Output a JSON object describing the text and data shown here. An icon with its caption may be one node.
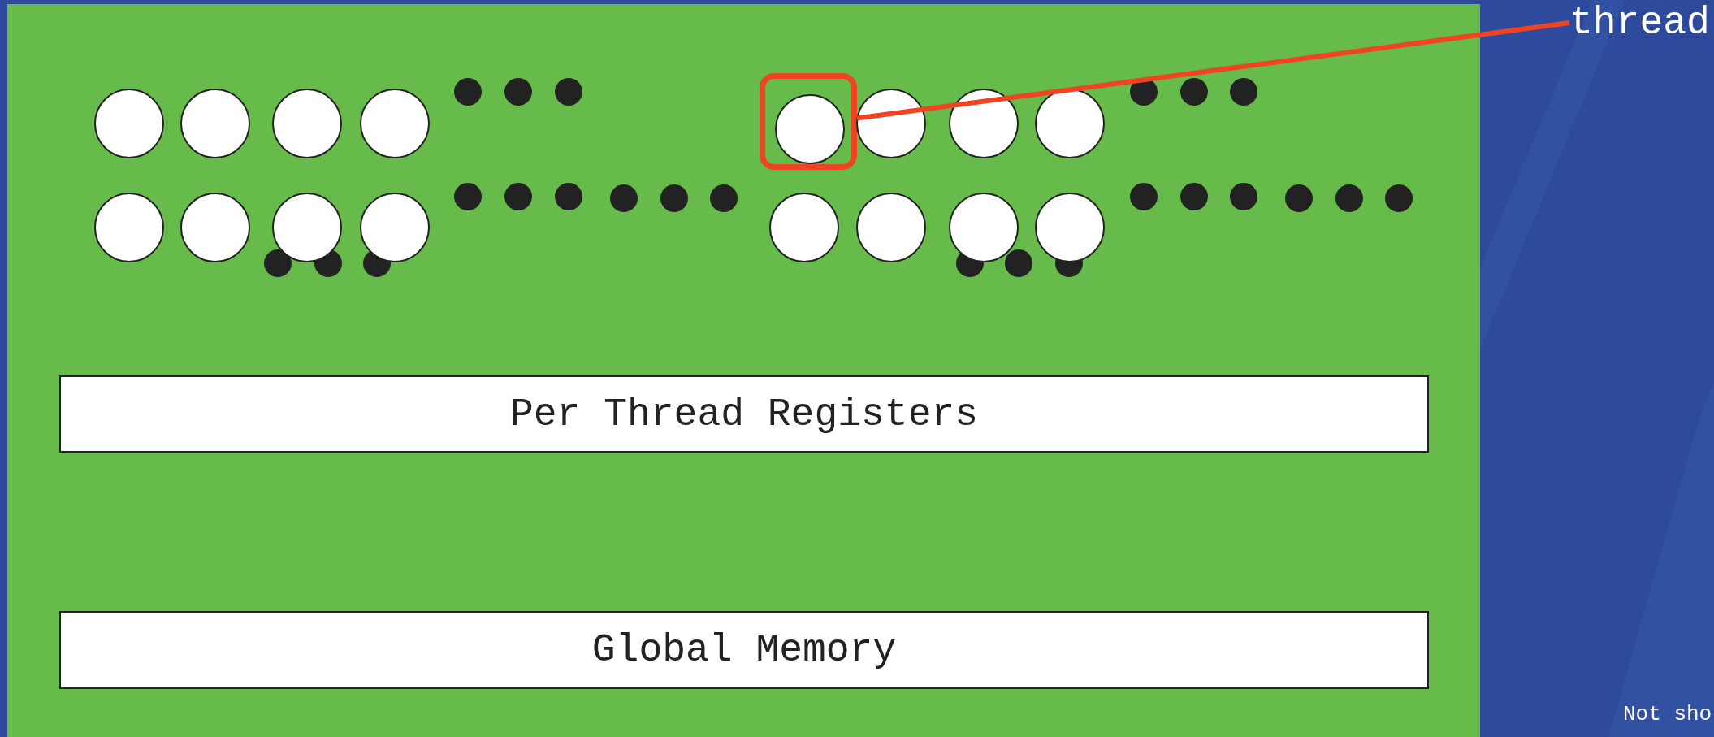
{
  "diagram": {
    "nodes": [
      {
        "text": [],
        "shape": "box"
      },
      {
        "text": [],
        "shape": "circle",
        "in": 0
      },
      {
        "text": [],
        "shape": "circle",
        "in": 0
      },
      {
        "text": [],
        "shape": "circle",
        "in": 0
      },
      {
        "text": [],
        "shape": "circle",
        "in": 0
      },
      {
        "text": [],
        "shape": "box",
        "in": 0
      },
      {
        "text": [],
        "shape": "circle",
        "in": 5
      },
      {
        "text": [],
        "shape": "circle",
        "in": 0
      },
      {
        "text": [],
        "shape": "circle",
        "in": 0
      },
      {
        "text": [],
        "shape": "circle",
        "in": 0
      },
      {
        "text": [],
        "shape": "circle",
        "in": 0
      },
      {
        "text": [],
        "shape": "circle",
        "in": 0
      },
      {
        "text": [],
        "shape": "circle",
        "in": 0
      },
      {
        "text": [],
        "shape": "circle",
        "in": 0
      },
      {
        "text": [],
        "shape": "circle",
        "in": 0
      },
      {
        "text": [],
        "shape": "circle",
        "in": 0
      },
      {
        "text": [],
        "shape": "circle",
        "in": 0
      },
      {
        "text": [],
        "shape": "circle",
        "in": 0
      },
      {
        "text": [
          "Per Thread Registers"
        ],
        "in": 0
      },
      {
        "text": [
          "Global Memory"
        ],
        "in": 0
      },
      {
        "text": [
          "thread"
        ]
      }
    ],
    "edges": [
      {
        "from": 20,
        "to": 5,
        "arrow": "none",
        "color": "#ee4422"
      }
    ],
    "labels": [
      "Not sho"
    ]
  }
}
